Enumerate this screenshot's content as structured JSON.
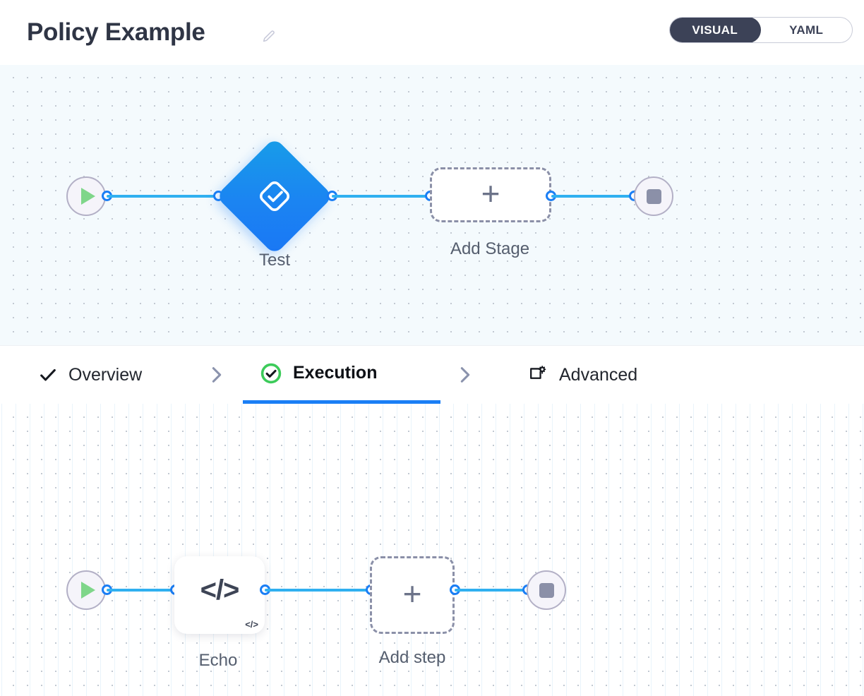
{
  "header": {
    "title": "Policy Example",
    "edit_icon": "pencil-icon",
    "mode_toggle": {
      "active": "VISUAL",
      "options": [
        "VISUAL",
        "YAML"
      ],
      "visual_label": "VISUAL",
      "yaml_label": "YAML",
      "active_bg": "#3c4257"
    }
  },
  "stage_canvas": {
    "background": "#f4fafd",
    "start_node": {
      "label": "",
      "icon": "play-icon",
      "icon_color": "#7fd68a"
    },
    "stage": {
      "label": "Test",
      "icon": "check-square-icon",
      "color": "#1a7ef5"
    },
    "add_stage": {
      "label": "Add Stage",
      "icon": "plus-icon"
    },
    "end_node": {
      "label": "",
      "icon": "stop-icon",
      "icon_color": "#8b90a8"
    }
  },
  "tabs": {
    "items": [
      {
        "label": "Overview",
        "icon": "check-icon",
        "active": false
      },
      {
        "label": "Execution",
        "icon": "check-circle-icon",
        "active": true
      },
      {
        "label": "Advanced",
        "icon": "box-gear-icon",
        "active": false
      }
    ],
    "separator_icon": "chevron-right-icon",
    "active_underline_color": "#1a7ef5",
    "active_check_color": "#3ccb5a"
  },
  "step_canvas": {
    "background": "#ffffff",
    "start_node": {
      "label": "",
      "icon": "play-icon",
      "icon_color": "#7fd68a"
    },
    "step": {
      "label": "Echo",
      "icon": "code-icon",
      "badge": "code-icon"
    },
    "add_step": {
      "label": "Add step",
      "icon": "plus-icon"
    },
    "end_node": {
      "label": "",
      "icon": "stop-icon",
      "icon_color": "#8b90a8"
    }
  }
}
